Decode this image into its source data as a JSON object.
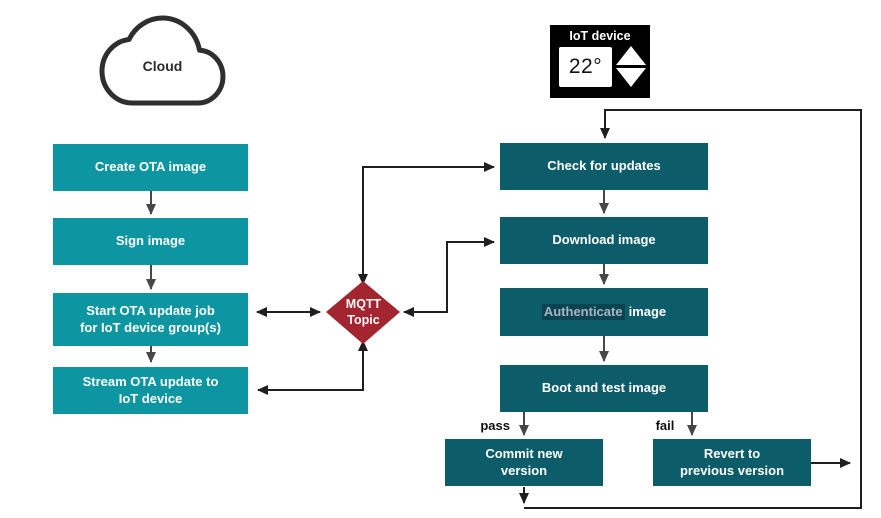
{
  "cloud": {
    "label": "Cloud"
  },
  "iot_device": {
    "label": "IoT device",
    "temperature": "22°"
  },
  "left_flow": {
    "create": "Create OTA image",
    "sign": "Sign image",
    "start_job": "Start OTA update job\nfor IoT device group(s)",
    "stream": "Stream OTA update to\nIoT device"
  },
  "mqtt": {
    "label": "MQTT\nTopic"
  },
  "right_flow": {
    "check": "Check for updates",
    "download": "Download image",
    "authenticate_word": "Authenticate",
    "authenticate_rest": "image",
    "boot": "Boot and test image",
    "pass": "pass",
    "fail": "fail",
    "commit": "Commit new\nversion",
    "revert": "Revert to\nprevious version"
  },
  "colors": {
    "left_box": "#0D96A1",
    "right_box": "#0C5C69",
    "diamond": "#A32530",
    "device_bg": "#000000",
    "connector_line": "#474747",
    "loop_line": "#1F1F1F",
    "authenticate_text": "#A8B2C8"
  }
}
